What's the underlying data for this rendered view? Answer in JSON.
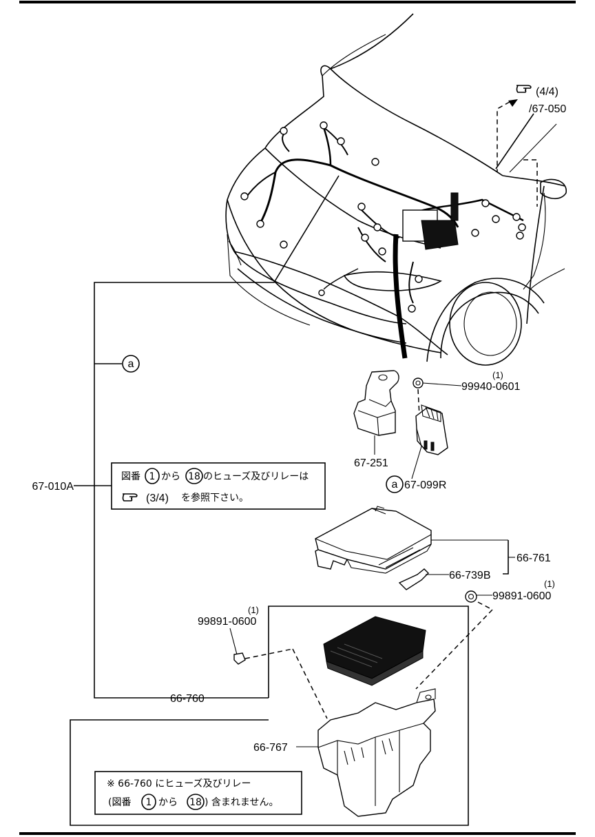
{
  "ref_arrow": {
    "page": "(4/4)",
    "code": "/67-050"
  },
  "parts": {
    "p67_251": "67-251",
    "p67_099r": "67-099R",
    "p67_010a": "67-010A",
    "p66_761": "66-761",
    "p66_739b": "66-739B",
    "p66_760": "66-760",
    "p66_767": "66-767",
    "bolt1": {
      "code": "99940-0601",
      "qty": "(1)"
    },
    "nut1": {
      "code": "99891-0600",
      "qty": "(1)"
    },
    "nut2": {
      "code": "99891-0600",
      "qty": "(1)"
    }
  },
  "callout_a": "a",
  "note1": {
    "line1_pre": "図番",
    "n1": "1",
    "mid": "から",
    "n2": "18",
    "line1_post": "のヒューズ及びリレーは",
    "ref": "(3/4)",
    "line2_post": "を参照下さい。"
  },
  "note2": {
    "line1": "※ 66-760 にヒューズ及びリレー",
    "pre": "(図番",
    "n1": "1",
    "mid": "から",
    "n2": "18",
    "post": ") 含まれません。"
  }
}
